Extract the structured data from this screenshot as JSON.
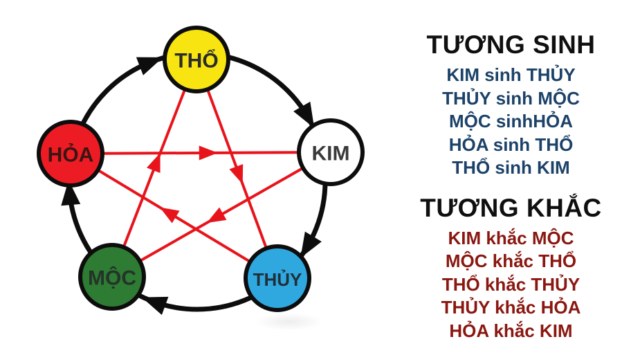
{
  "background": "#ffffff",
  "diagram": {
    "nodes": [
      {
        "id": "THO",
        "label": "THỔ",
        "fill": "#f7e410",
        "text_color": "#2b2b2b"
      },
      {
        "id": "KIM",
        "label": "KIM",
        "fill": "#ffffff",
        "text_color": "#3a3a3a"
      },
      {
        "id": "THUY",
        "label": "THỦY",
        "fill": "#2fa8e0",
        "text_color": "#20303a"
      },
      {
        "id": "MOC",
        "label": "MỘC",
        "fill": "#2e7b33",
        "text_color": "#233428"
      },
      {
        "id": "HOA",
        "label": "HỎA",
        "fill": "#ed1c24",
        "text_color": "#3a1513"
      }
    ],
    "outline_color": "#0d0d0d",
    "sinh_arrow_color": "#0d0d0d",
    "khac_arrow_color": "#e8141c",
    "sinh_cycle": [
      "THO→KIM",
      "KIM→THUY",
      "THUY→MOC",
      "MOC→HOA",
      "HOA→THO"
    ],
    "khac_cycle": [
      "HOA→KIM",
      "MOC→THO",
      "THO→THUY",
      "THUY→HOA",
      "KIM→MOC"
    ]
  },
  "panel": {
    "sinh": {
      "title": "TƯƠNG SINH",
      "title_color": "#0f0f0f",
      "item_color": "#1c4269",
      "items": [
        "KIM sinh THỦY",
        "THỦY sinh MỘC",
        "MỘC sinhHỎA",
        "HỎA sinh THỔ",
        "THỔ sinh KIM"
      ]
    },
    "khac": {
      "title": "TƯƠNG KHẮC",
      "title_color": "#0f0f0f",
      "item_color": "#8a1710",
      "items": [
        "KIM khắc MỘC",
        "MỘC khắc THỔ",
        "THỔ khắc THỦY",
        "THỦY khắc HỎA",
        "HỎA khắc KIM"
      ]
    }
  }
}
